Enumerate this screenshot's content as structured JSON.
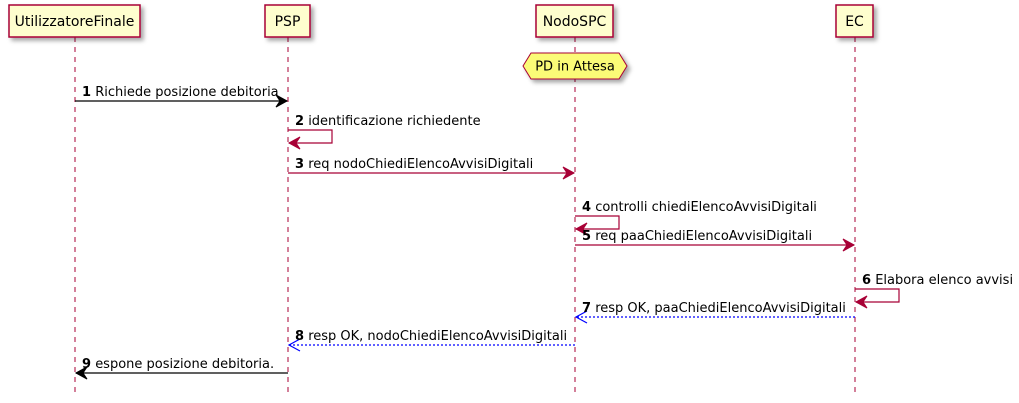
{
  "participants": [
    {
      "id": "utente",
      "label": "UtilizzatoreFinale"
    },
    {
      "id": "psp",
      "label": "PSP"
    },
    {
      "id": "nodo",
      "label": "NodoSPC"
    },
    {
      "id": "ec",
      "label": "EC"
    }
  ],
  "note": {
    "text": "PD in Attesa",
    "on": "nodo"
  },
  "messages": [
    {
      "num": "1",
      "text": "Richiede posizione debitoria",
      "from": "utente",
      "to": "psp",
      "style": "solid",
      "color": "#000000"
    },
    {
      "num": "2",
      "text": "identificazione richiedente",
      "from": "psp",
      "to": "psp",
      "style": "self",
      "color": "#A80036"
    },
    {
      "num": "3",
      "text": "req nodoChiediElencoAvvisiDigitali",
      "from": "psp",
      "to": "nodo",
      "style": "solid",
      "color": "#A80036"
    },
    {
      "num": "4",
      "text": "controlli chiediElencoAvvisiDigitali",
      "from": "nodo",
      "to": "nodo",
      "style": "self",
      "color": "#A80036"
    },
    {
      "num": "5",
      "text": "req paaChiediElencoAvvisiDigitali",
      "from": "nodo",
      "to": "ec",
      "style": "solid",
      "color": "#A80036"
    },
    {
      "num": "6",
      "text": "Elabora elenco avvisi",
      "from": "ec",
      "to": "ec",
      "style": "self",
      "color": "#A80036"
    },
    {
      "num": "7",
      "text": "resp OK, paaChiediElencoAvvisiDigitali",
      "from": "ec",
      "to": "nodo",
      "style": "dashed",
      "color": "#0000FF"
    },
    {
      "num": "8",
      "text": "resp OK, nodoChiediElencoAvvisiDigitali",
      "from": "nodo",
      "to": "psp",
      "style": "dashed",
      "color": "#0000FF"
    },
    {
      "num": "9",
      "text": "espone posizione debitoria.",
      "from": "psp",
      "to": "utente",
      "style": "solid",
      "color": "#000000"
    }
  ],
  "colors": {
    "participant_fill": "#FEFECE",
    "participant_border": "#A80036",
    "lifeline": "#A80036",
    "note_fill": "#FBFB77",
    "note_border": "#A80036"
  }
}
